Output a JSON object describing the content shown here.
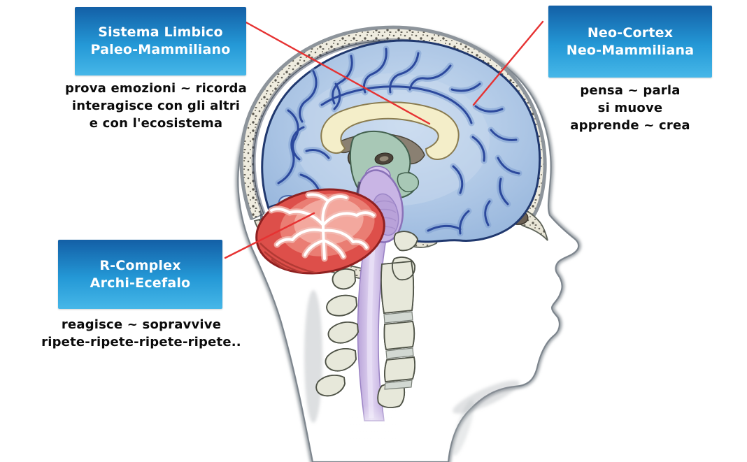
{
  "colors": {
    "background": "#ffffff",
    "box_gradient_top": "#135fa6",
    "box_gradient_mid": "#2498d6",
    "box_gradient_bottom": "#46b7e8",
    "box_text": "#ffffff",
    "desc_text": "#0b0b0b",
    "callout_line": "#e63232"
  },
  "diagram": {
    "type": "anatomical-diagram",
    "subject": "Sagittal section of a human head showing the triune brain regions",
    "callouts": {
      "limbico": {
        "title_line1": "Sistema Limbico",
        "title_line2": "Paleo-Mammiliano",
        "desc_line1": "prova emozioni ~ ricorda",
        "desc_line2": "interagisce con gli altri",
        "desc_line3": "e con l'ecosistema"
      },
      "neocortex": {
        "title_line1": "Neo-Cortex",
        "title_line2": "Neo-Mammiliana",
        "desc_line1": "pensa ~ parla",
        "desc_line2": "si muove",
        "desc_line3": "apprende ~ crea"
      },
      "rcomplex": {
        "title_line1": "R-Complex",
        "title_line2": "Archi-Ecefalo",
        "desc_line1": "reagisce ~ sopravvive",
        "desc_line2": "ripete-ripete-ripete-ripete.."
      }
    }
  }
}
